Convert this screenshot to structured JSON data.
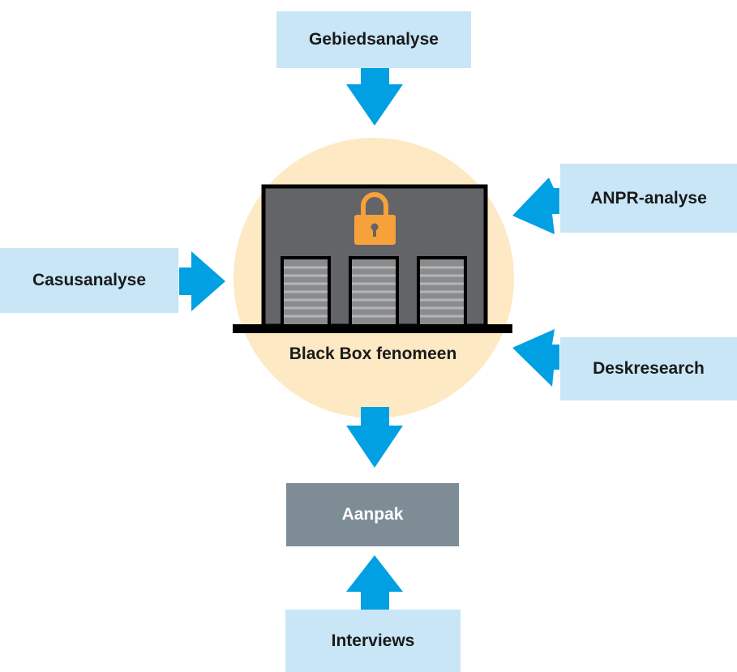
{
  "nodes": {
    "gebiedsanalyse": "Gebiedsanalyse",
    "anpr": "ANPR-analyse",
    "casus": "Casusanalyse",
    "deskresearch": "Deskresearch",
    "aanpak": "Aanpak",
    "interviews": "Interviews",
    "center": "Black Box fenomeen"
  },
  "colors": {
    "input_box": "#c8e6f6",
    "output_box": "#7e8c96",
    "arrow": "#00a0e3",
    "circle": "#fde9c4",
    "building": "#636467",
    "lock": "#f6a13a"
  }
}
